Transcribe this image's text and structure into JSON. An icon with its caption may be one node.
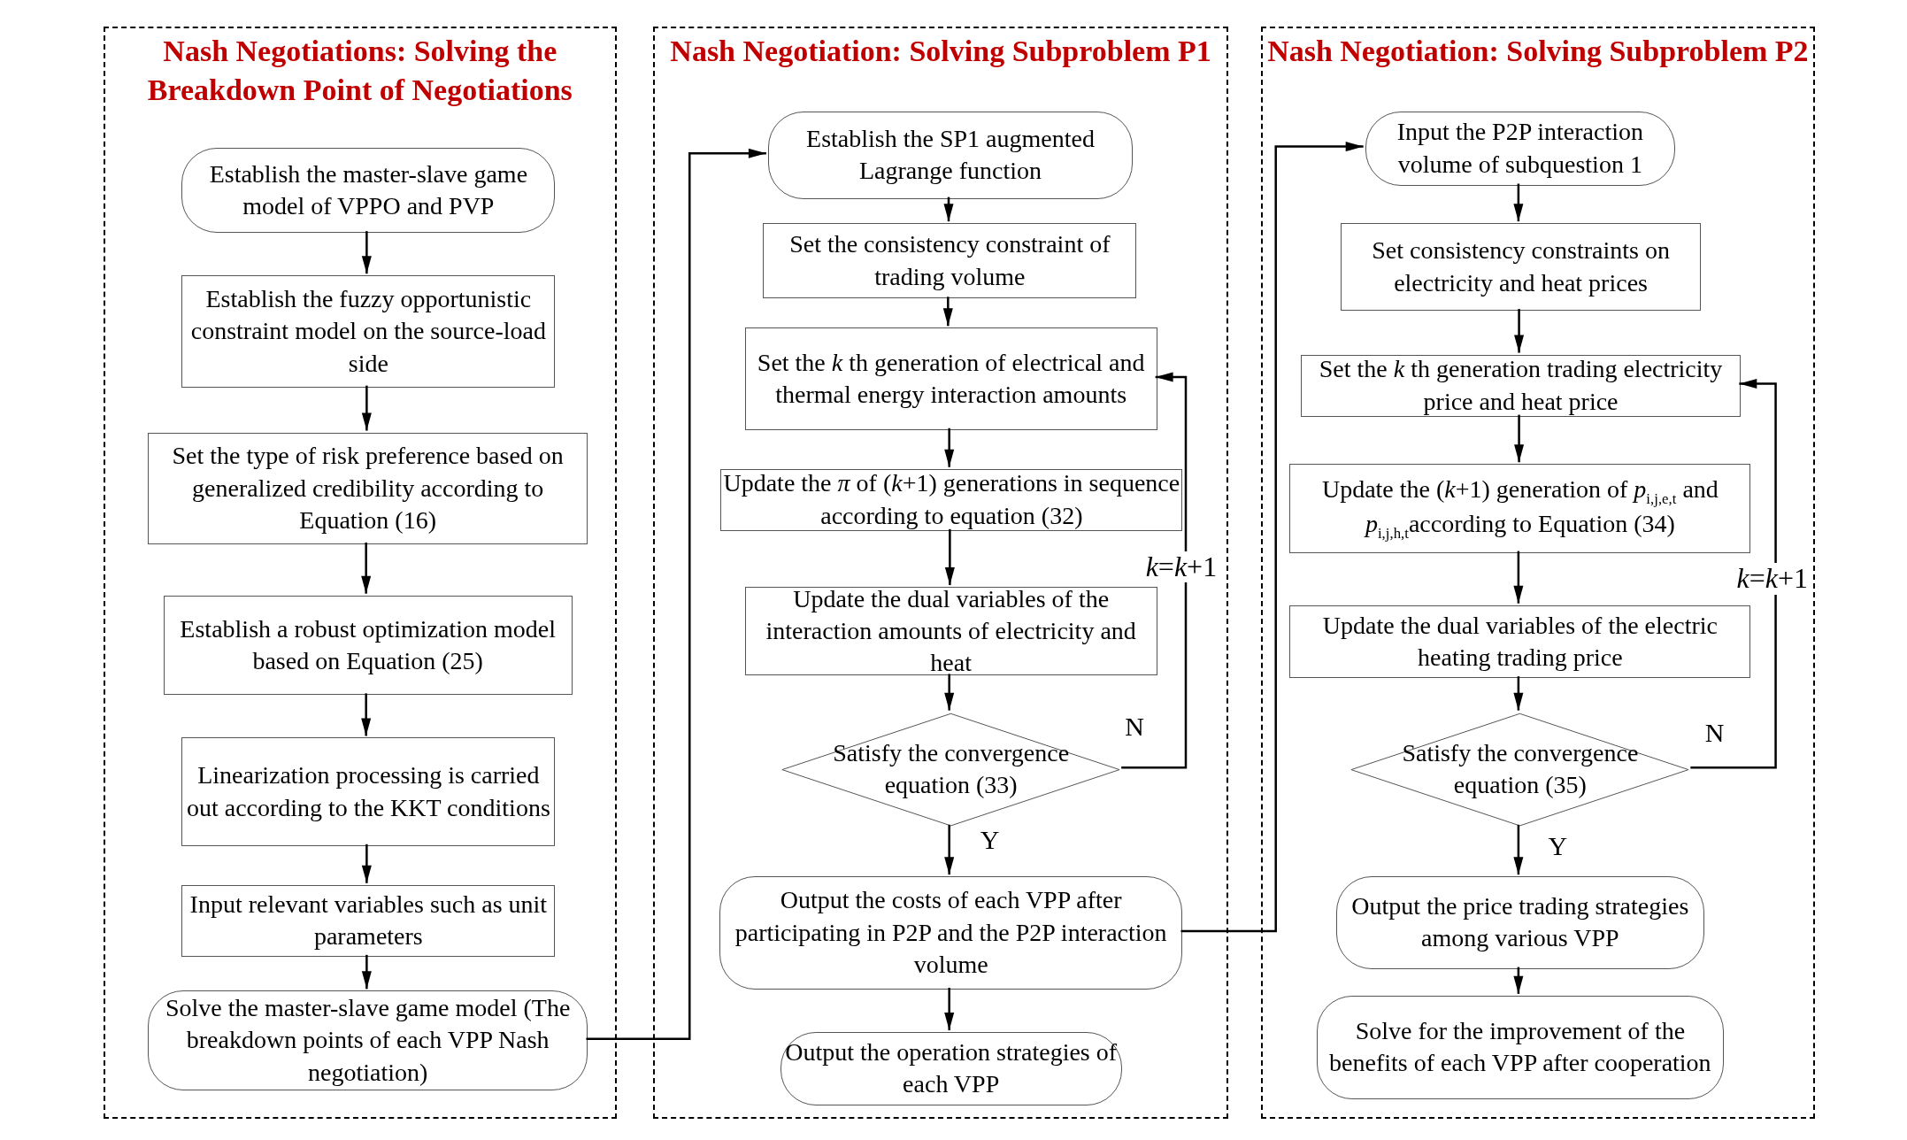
{
  "diagram": {
    "nodes": [
      {
        "text": [
          "Nash Negotiations: Solving the Breakdown Point of Negotiations"
        ]
      },
      {
        "text": [
          "Establish the master-slave game model of VPPO and PVP"
        ],
        "in": 0
      },
      {
        "text": [
          "Establish the fuzzy opportunistic constraint model on the source-load side"
        ],
        "in": 0
      },
      {
        "text": [
          "Set the type of risk preference based on generalized credibility according to Equation (16)"
        ],
        "in": 0
      },
      {
        "text": [
          "Establish a robust optimization model based on Equation (25)"
        ],
        "in": 0
      },
      {
        "text": [
          "Linearization processing is carried out according to the KKT conditions"
        ],
        "in": 0
      },
      {
        "text": [
          "Input relevant variables such as unit parameters"
        ],
        "in": 0
      },
      {
        "text": [
          "Solve the master-slave game model (The breakdown points of each VPP Nash negotiation)"
        ],
        "in": 0
      },
      {
        "text": [
          "Nash Negotiation: Solving Subproblem P1"
        ]
      },
      {
        "text": [
          "Establish the SP1 augmented Lagrange function"
        ],
        "in": 8
      },
      {
        "text": [
          "Set the consistency constraint of trading volume"
        ],
        "in": 8
      },
      {
        "text": [
          "Set the *k* th generation of electrical and thermal energy interaction amounts"
        ],
        "in": 8
      },
      {
        "text": [
          "Update the *π* of (*k*+1) generations in sequence according to equation (32)"
        ],
        "in": 8
      },
      {
        "text": [
          "Update the dual variables of the interaction amounts of electricity and heat"
        ],
        "in": 8
      },
      {
        "text": [
          "Satisfy the convergence equation (33)"
        ],
        "in": 8
      },
      {
        "text": [
          "Output the costs of each VPP after participating in P2P and the P2P interaction volume"
        ],
        "in": 8
      },
      {
        "text": [
          "Output the operation strategies of each VPP"
        ],
        "in": 8
      },
      {
        "text": [
          "Nash Negotiation: Solving Subproblem P2"
        ]
      },
      {
        "text": [
          "Input the P2P interaction volume of subquestion 1"
        ],
        "in": 17
      },
      {
        "text": [
          "Set consistency constraints on electricity and heat prices"
        ],
        "in": 17
      },
      {
        "text": [
          "Set the *k* th generation trading electricity price and heat price"
        ],
        "in": 17
      },
      {
        "text": [
          "Update the (*k*+1) generation of *p*$_{i,j,e,t}$ and *p*$_{i,j,h,t}$according to Equation (34)"
        ],
        "in": 17
      },
      {
        "text": [
          "Update the dual variables of the electric heating trading price"
        ],
        "in": 17
      },
      {
        "text": [
          "Satisfy the convergence equation (35)"
        ],
        "in": 17
      },
      {
        "text": [
          "Output the price trading strategies among various VPP"
        ],
        "in": 17
      },
      {
        "text": [
          "Solve for the improvement of the benefits of each VPP after cooperation"
        ],
        "in": 17
      }
    ],
    "edges": [
      {
        "from": 1,
        "to": 2,
        "arrow": "to"
      },
      {
        "from": 2,
        "to": 3,
        "arrow": "to"
      },
      {
        "from": 3,
        "to": 4,
        "arrow": "to"
      },
      {
        "from": 4,
        "to": 5,
        "arrow": "to"
      },
      {
        "from": 5,
        "to": 6,
        "arrow": "to"
      },
      {
        "from": 6,
        "to": 7,
        "arrow": "to"
      },
      {
        "from": 7,
        "to": 9,
        "arrow": "to"
      },
      {
        "from": 9,
        "to": 10,
        "arrow": "to"
      },
      {
        "from": 10,
        "to": 11,
        "arrow": "to"
      },
      {
        "from": 11,
        "to": 12,
        "arrow": "to"
      },
      {
        "from": 12,
        "to": 13,
        "arrow": "to"
      },
      {
        "from": 13,
        "to": 14,
        "arrow": "to"
      },
      {
        "from": 14,
        "to": 11,
        "arrow": "to",
        "label": "N"
      },
      {
        "from": 14,
        "to": 15,
        "arrow": "to",
        "label": "Y"
      },
      {
        "from": 15,
        "to": 16,
        "arrow": "to"
      },
      {
        "from": 15,
        "to": 18,
        "arrow": "to"
      },
      {
        "from": 18,
        "to": 19,
        "arrow": "to"
      },
      {
        "from": 19,
        "to": 20,
        "arrow": "to"
      },
      {
        "from": 20,
        "to": 21,
        "arrow": "to"
      },
      {
        "from": 21,
        "to": 22,
        "arrow": "to"
      },
      {
        "from": 22,
        "to": 23,
        "arrow": "to"
      },
      {
        "from": 23,
        "to": 20,
        "arrow": "to",
        "label": "N"
      },
      {
        "from": 23,
        "to": 24,
        "arrow": "to",
        "label": "Y"
      },
      {
        "from": 24,
        "to": 25,
        "arrow": "to"
      }
    ],
    "labels": [
      "*k*=*k*+1",
      "*k*=*k*+1"
    ]
  }
}
